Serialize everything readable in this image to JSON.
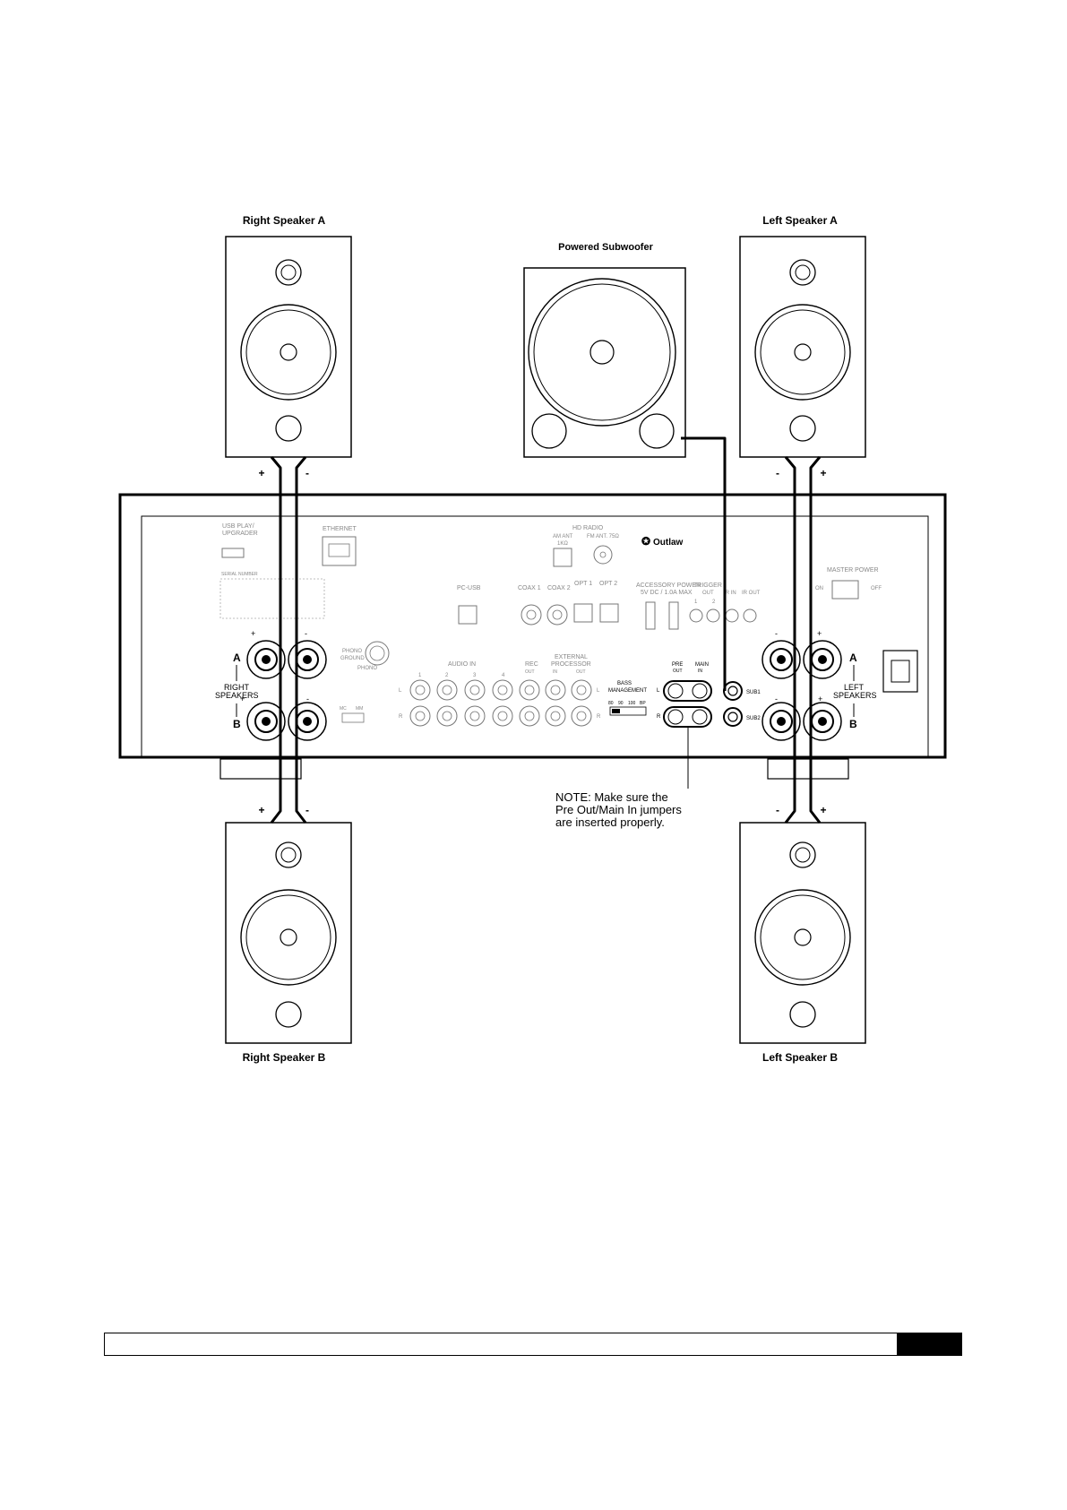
{
  "speakers": {
    "right_a": "Right Speaker A",
    "left_a": "Left Speaker A",
    "right_b": "Right Speaker B",
    "left_b": "Left Speaker B",
    "subwoofer": "Powered Subwoofer"
  },
  "polarity": {
    "plus": "+",
    "minus": "-"
  },
  "receiver": {
    "brand": "Outlaw",
    "usb": [
      "USB PLAY/",
      "UPGRADER"
    ],
    "serial": "SERIAL NUMBER",
    "ethernet": "ETHERNET",
    "hd_radio": "HD RADIO",
    "am_ant": [
      "AM ANT",
      "1KΩ"
    ],
    "fm_ant": "FM ANT. 75Ω",
    "pc_usb": "PC-USB",
    "coax1": "COAX 1",
    "coax2": "COAX 2",
    "opt1": "OPT 1",
    "opt2": "OPT 2",
    "accessory_power": [
      "ACCESSORY POWER",
      "5V DC / 1.0A MAX"
    ],
    "trigger": "TRIGGER",
    "trigger_out": "OUT",
    "trigger_nums": [
      "1",
      "2"
    ],
    "ir_in": "IR IN",
    "ir_out": "IR OUT",
    "master_power": "MASTER POWER",
    "on": "ON",
    "off": "OFF",
    "phono_ground": [
      "PHONO",
      "GROUND"
    ],
    "phono": "PHONO",
    "audio_in": "AUDIO IN",
    "audio_in_nums": [
      "1",
      "2",
      "3",
      "4"
    ],
    "rec": "REC",
    "rec_out": "OUT",
    "external_processor": [
      "EXTERNAL",
      "PROCESSOR"
    ],
    "ext_in": "IN",
    "ext_out": "OUT",
    "mc": "MC",
    "mm": "MM",
    "channel_l": "L",
    "channel_r": "R",
    "bass_management": [
      "BASS",
      "MANAGEMENT"
    ],
    "bass_values": [
      "80",
      "90",
      "100",
      "BP"
    ],
    "pre_out": [
      "PRE",
      "OUT"
    ],
    "main_in": [
      "MAIN",
      "IN"
    ],
    "sub1": "SUB1",
    "sub2": "SUB2",
    "right_speakers": [
      "RIGHT",
      "SPEAKERS"
    ],
    "left_speakers": [
      "LEFT",
      "SPEAKERS"
    ],
    "a": "A",
    "b": "B"
  },
  "note": [
    "NOTE: Make sure the",
    "Pre Out/Main In jumpers",
    "are inserted properly."
  ]
}
